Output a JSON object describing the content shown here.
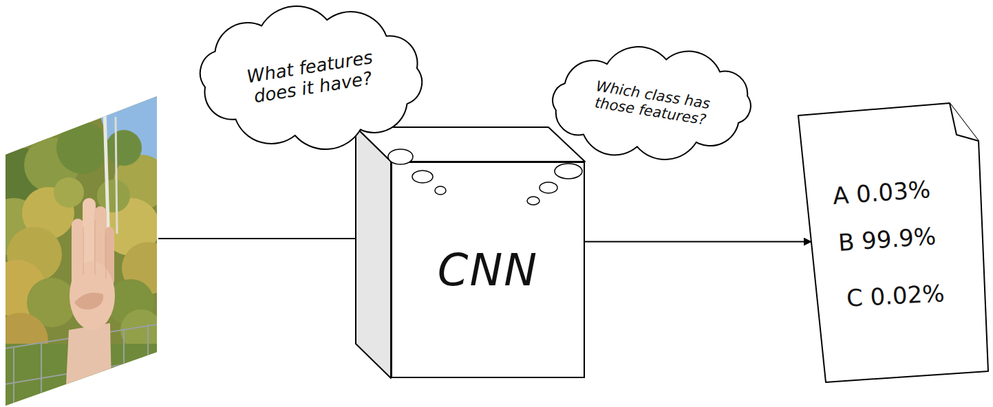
{
  "diagram": {
    "nodes": [
      {
        "text": [
          "What features does it have?"
        ]
      },
      {
        "text": [
          "CNN"
        ]
      },
      {
        "text": [
          "Which class has those features?"
        ]
      },
      {
        "text": [
          "A 0.03%",
          "B 99.9%",
          "C 0.02%"
        ]
      }
    ],
    "edges": [
      {
        "from": 1,
        "to": 3,
        "arrow": "to"
      }
    ]
  }
}
